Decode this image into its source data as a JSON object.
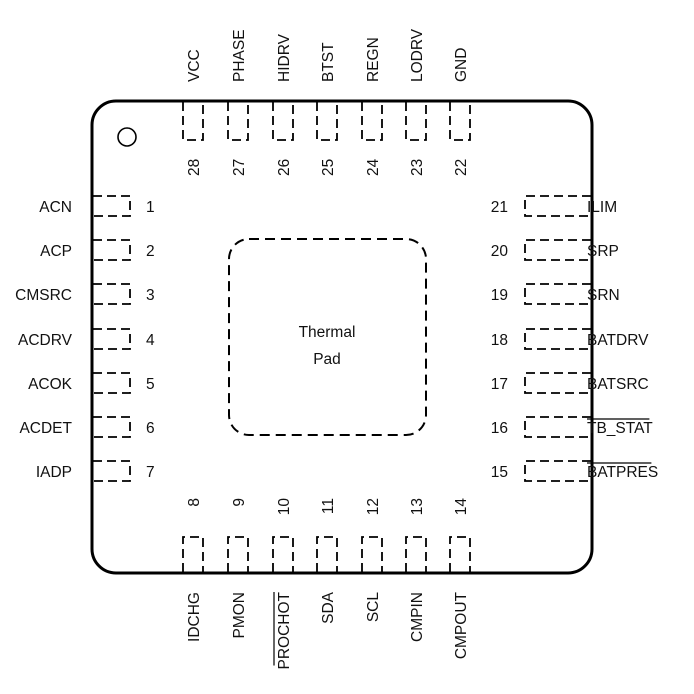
{
  "package": {
    "center_label_line1": "Thermal",
    "center_label_line2": "Pad",
    "pin1_marker": "pin-1-indicator-circle"
  },
  "pins": {
    "left": [
      {
        "number": "1",
        "name": "ACN",
        "overbar": false
      },
      {
        "number": "2",
        "name": "ACP",
        "overbar": false
      },
      {
        "number": "3",
        "name": "CMSRC",
        "overbar": false
      },
      {
        "number": "4",
        "name": "ACDRV",
        "overbar": false
      },
      {
        "number": "5",
        "name": "ACOK",
        "overbar": false
      },
      {
        "number": "6",
        "name": "ACDET",
        "overbar": false
      },
      {
        "number": "7",
        "name": "IADP",
        "overbar": false
      }
    ],
    "bottom": [
      {
        "number": "8",
        "name": "IDCHG",
        "overbar": false
      },
      {
        "number": "9",
        "name": "PMON",
        "overbar": false
      },
      {
        "number": "10",
        "name": "PROCHOT",
        "overbar": true
      },
      {
        "number": "11",
        "name": "SDA",
        "overbar": false
      },
      {
        "number": "12",
        "name": "SCL",
        "overbar": false
      },
      {
        "number": "13",
        "name": "CMPIN",
        "overbar": false
      },
      {
        "number": "14",
        "name": "CMPOUT",
        "overbar": false
      }
    ],
    "right": [
      {
        "number": "15",
        "name": "BATPRES",
        "overbar": true
      },
      {
        "number": "16",
        "name": "TB_STAT",
        "overbar": true
      },
      {
        "number": "17",
        "name": "BATSRC",
        "overbar": false
      },
      {
        "number": "18",
        "name": "BATDRV",
        "overbar": false
      },
      {
        "number": "19",
        "name": "SRN",
        "overbar": false
      },
      {
        "number": "20",
        "name": "SRP",
        "overbar": false
      },
      {
        "number": "21",
        "name": "ILIM",
        "overbar": false
      }
    ],
    "top": [
      {
        "number": "22",
        "name": "GND",
        "overbar": false
      },
      {
        "number": "23",
        "name": "LODRV",
        "overbar": false
      },
      {
        "number": "24",
        "name": "REGN",
        "overbar": false
      },
      {
        "number": "25",
        "name": "BTST",
        "overbar": false
      },
      {
        "number": "26",
        "name": "HIDRV",
        "overbar": false
      },
      {
        "number": "27",
        "name": "PHASE",
        "overbar": false
      },
      {
        "number": "28",
        "name": "VCC",
        "overbar": false
      }
    ]
  }
}
